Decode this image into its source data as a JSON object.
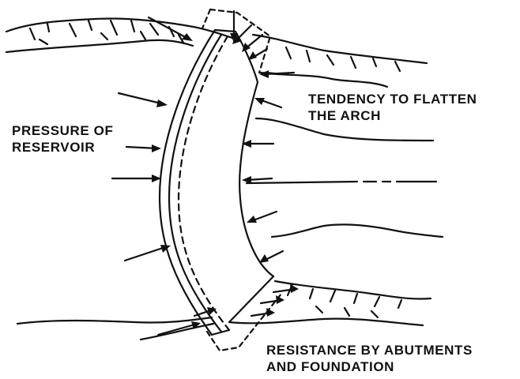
{
  "labels": {
    "pressure": [
      "PRESSURE OF",
      "RESERVOIR"
    ],
    "tendency": [
      "TENDENCY TO FLATTEN",
      "THE ARCH"
    ],
    "resistance": [
      "RESISTANCE BY ABUTMENTS",
      "AND FOUNDATION"
    ]
  },
  "colors": {
    "ink": "#111111",
    "background": "#ffffff"
  }
}
